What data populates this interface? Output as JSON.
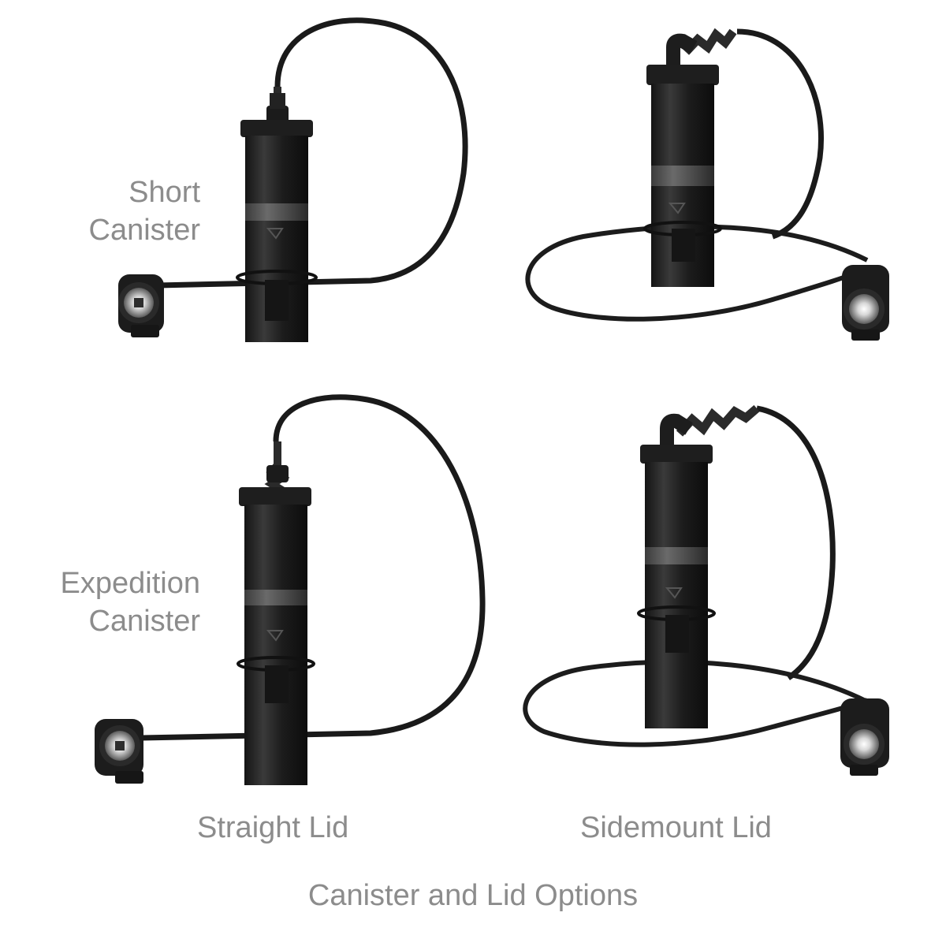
{
  "row_labels": {
    "short": {
      "line1": "Short",
      "line2": "Canister"
    },
    "expedition": {
      "line1": "Expedition",
      "line2": "Canister"
    }
  },
  "column_labels": {
    "straight": "Straight Lid",
    "sidemount": "Sidemount Lid"
  },
  "caption": "Canister and Lid Options"
}
